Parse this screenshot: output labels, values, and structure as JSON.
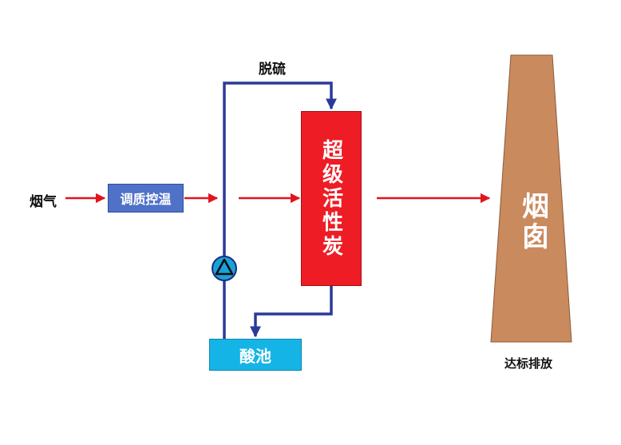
{
  "labels": {
    "smoke": "烟气",
    "temp_control": "调质控温",
    "desulfurization": "脱硫",
    "activated_carbon": "超级活性炭",
    "acid_tank": "酸池",
    "chimney": "烟囱",
    "discharge": "达标排放"
  },
  "colors": {
    "flow_arrow": "#e0161d",
    "loop_line": "#2b3a99",
    "temp_box": "#4f72c8",
    "carbon_box": "#ee1c24",
    "acid_box": "#15b4e6",
    "chimney": "#c98a5e",
    "pump": "#1ba0d8"
  },
  "icons": [
    "pump-icon"
  ]
}
